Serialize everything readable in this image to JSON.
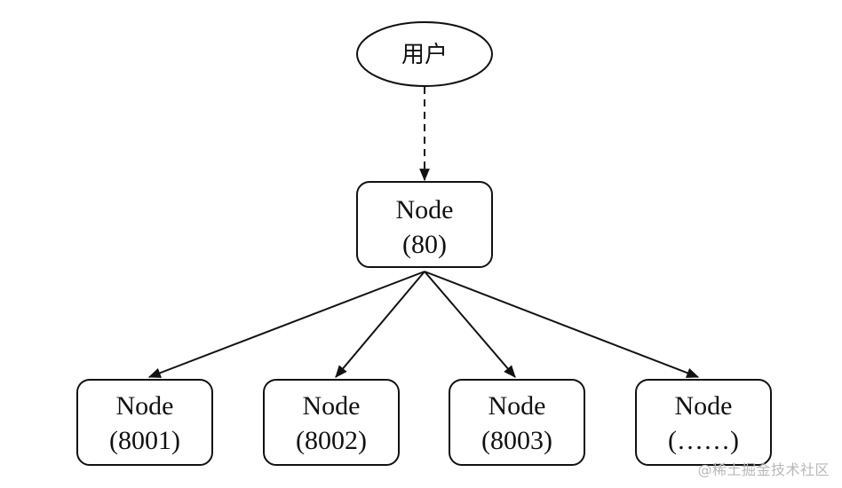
{
  "user_node": {
    "label": "用户"
  },
  "root_node": {
    "line1": "Node",
    "line2": "(80)"
  },
  "child_nodes": [
    {
      "line1": "Node",
      "line2": "(8001)"
    },
    {
      "line1": "Node",
      "line2": "(8002)"
    },
    {
      "line1": "Node",
      "line2": "(8003)"
    },
    {
      "line1": "Node",
      "line2": "(……)"
    }
  ],
  "watermark": "@稀土掘金技术社区",
  "colors": {
    "stroke": "#111111",
    "background": "#ffffff",
    "watermark": "#b8b8b8"
  }
}
